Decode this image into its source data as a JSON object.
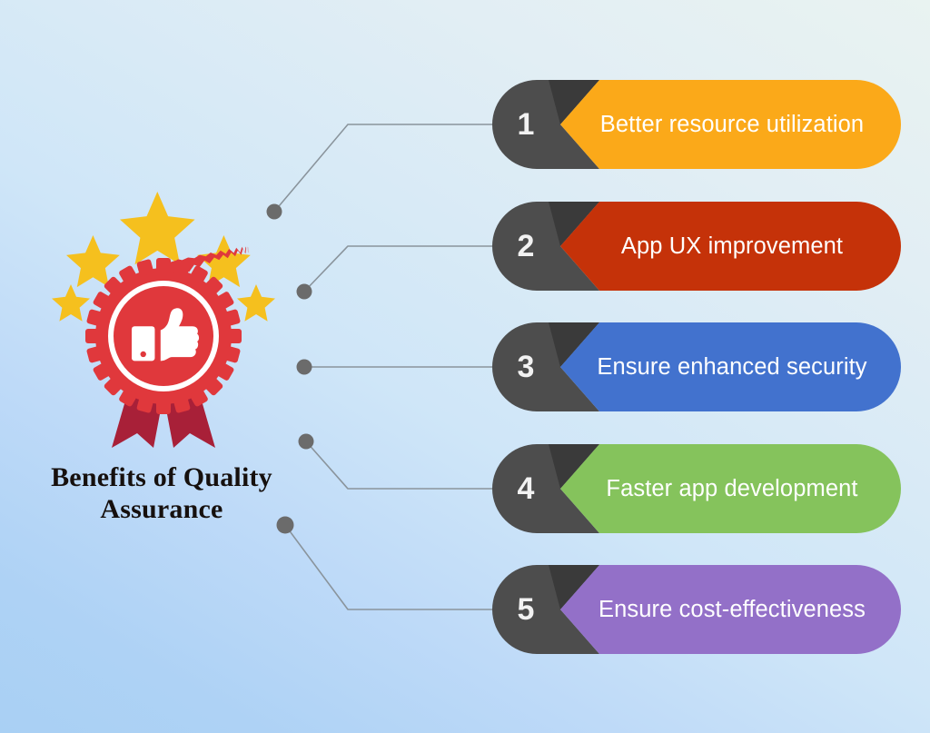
{
  "background": {
    "gradient_from": "#e9f3f1",
    "gradient_to": "#a9d0f4"
  },
  "title": {
    "line1": "Benefits of Quality",
    "line2": "Assurance"
  },
  "emblem": {
    "badge_color": "#e0383c",
    "ribbon_color": "#a82038",
    "star_color": "#f5c01e",
    "icon": "thumbs-up-icon",
    "star_count": 5
  },
  "connectors": {
    "dot_color": "#6b6b6b",
    "line_color": "#8a949c"
  },
  "benefits": [
    {
      "number": "1",
      "label": "Better resource utilization",
      "color": "#FBA919",
      "cap_color": "#4D4D4D",
      "notch_color": "#3A3A3A"
    },
    {
      "number": "2",
      "label": "App UX improvement",
      "color": "#C53209",
      "cap_color": "#4D4D4D",
      "notch_color": "#3A3A3A"
    },
    {
      "number": "3",
      "label": "Ensure enhanced security",
      "color": "#4272CE",
      "cap_color": "#4D4D4D",
      "notch_color": "#3A3A3A"
    },
    {
      "number": "4",
      "label": "Faster app development",
      "color": "#85C35C",
      "cap_color": "#4D4D4D",
      "notch_color": "#3A3A3A"
    },
    {
      "number": "5",
      "label": "Ensure cost-effectiveness",
      "color": "#9370C8",
      "cap_color": "#4D4D4D",
      "notch_color": "#3A3A3A"
    }
  ]
}
